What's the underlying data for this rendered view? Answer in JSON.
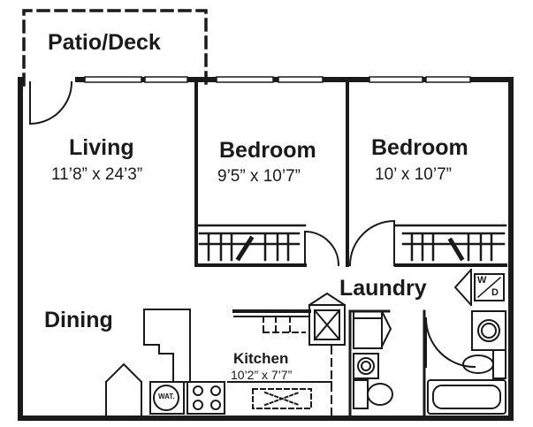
{
  "rooms": {
    "patio": {
      "name": "Patio/Deck"
    },
    "living": {
      "name": "Living",
      "dims": "11’8” x 24’3”"
    },
    "bedroom1": {
      "name": "Bedroom",
      "dims": "9’5” x 10’7”"
    },
    "bedroom2": {
      "name": "Bedroom",
      "dims": "10’ x 10’7”"
    },
    "laundry": {
      "name": "Laundry"
    },
    "dining": {
      "name": "Dining"
    },
    "kitchen": {
      "name": "Kitchen",
      "dims": "10’2” x 7’7”"
    }
  },
  "fixtures": {
    "water_heater": "WAT.",
    "washer_dryer_top": "W",
    "washer_dryer_bottom": "D"
  },
  "colors": {
    "wall": "#1a1a1a",
    "background": "#ffffff"
  }
}
